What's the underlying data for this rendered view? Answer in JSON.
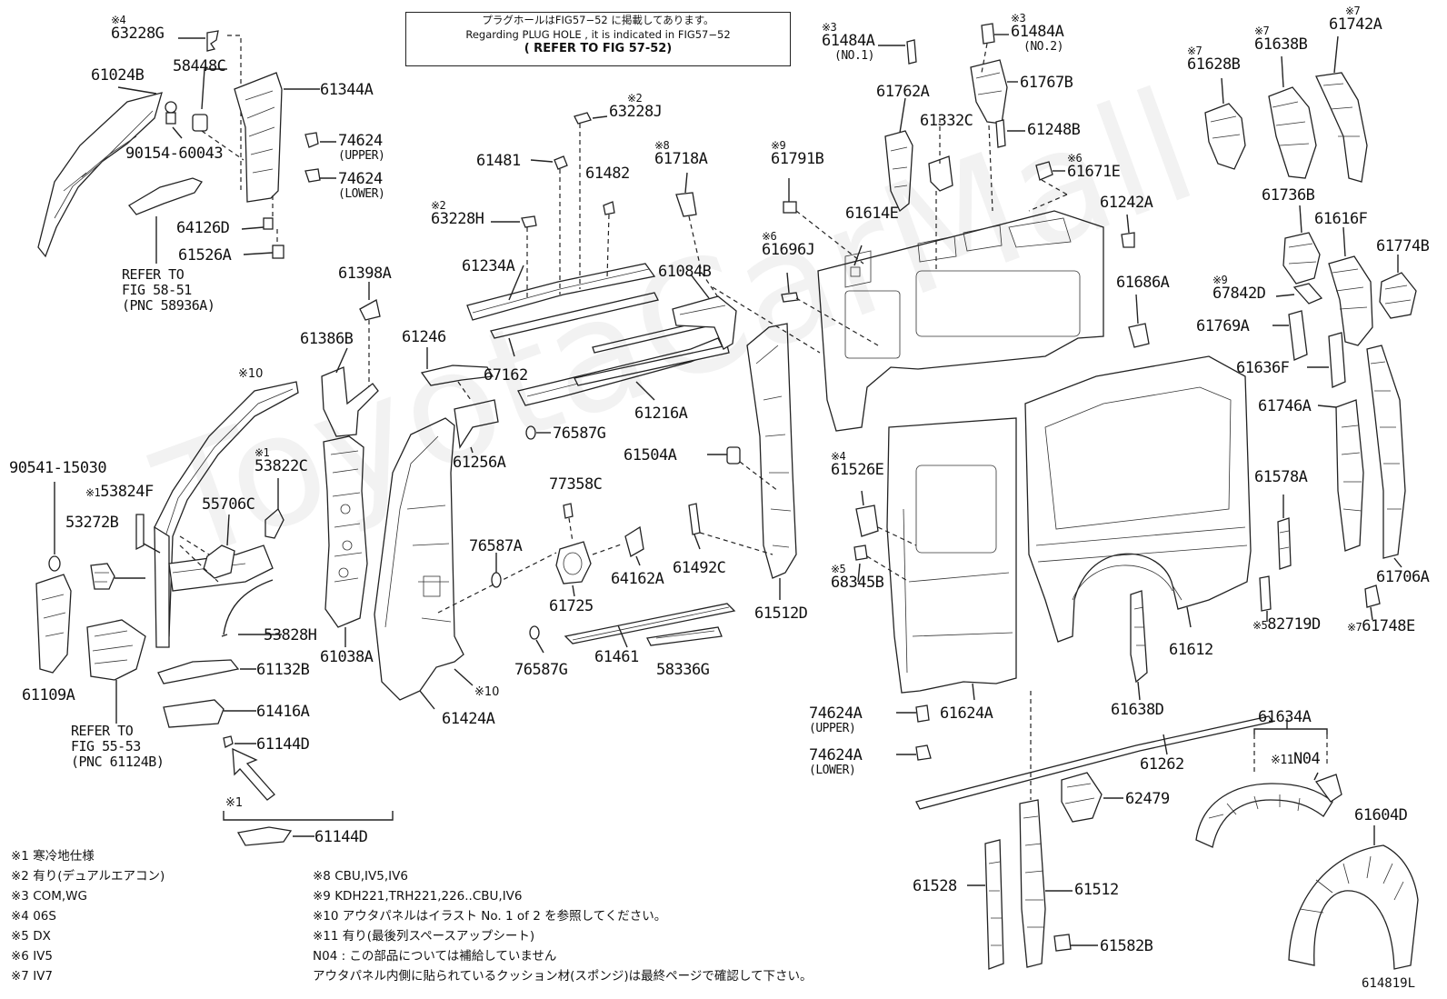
{
  "ref_note": {
    "line1": "プラグホールはFIG57−52 に掲載してあります。",
    "line2": "Regarding PLUG HOLE , it is indicated in FIG57−52",
    "line3": "( REFER TO FIG 57-52)"
  },
  "labels": [
    {
      "text": "63228G",
      "mark": "※4"
    },
    {
      "text": "61024B"
    },
    {
      "text": "58448C"
    },
    {
      "text": "61344A"
    },
    {
      "text": "90154-60043"
    },
    {
      "text": "74624",
      "sub": "(UPPER)"
    },
    {
      "text": "74624",
      "sub": "(LOWER)"
    },
    {
      "text": "64126D"
    },
    {
      "text": "61526A"
    },
    {
      "text": "61398A"
    },
    {
      "text": "61386B"
    },
    {
      "text": "90541-15030"
    },
    {
      "text": "53824F",
      "mark": "※1"
    },
    {
      "text": "53272B"
    },
    {
      "text": "53822C",
      "mark": "※1"
    },
    {
      "text": "55706C"
    },
    {
      "text": "61109A"
    },
    {
      "text": "53828H"
    },
    {
      "text": "61038A"
    },
    {
      "text": "61132B"
    },
    {
      "text": "61416A"
    },
    {
      "text": "61144D"
    },
    {
      "text": "61144D"
    },
    {
      "text": "63228J",
      "mark": "※2"
    },
    {
      "text": "61481"
    },
    {
      "text": "61482"
    },
    {
      "text": "63228H",
      "mark": "※2"
    },
    {
      "text": "61234A"
    },
    {
      "text": "61246"
    },
    {
      "text": "67162"
    },
    {
      "text": "61256A"
    },
    {
      "text": "61216A"
    },
    {
      "text": "76587G"
    },
    {
      "text": "77358C"
    },
    {
      "text": "76587A"
    },
    {
      "text": "61725"
    },
    {
      "text": "64162A"
    },
    {
      "text": "76587G"
    },
    {
      "text": "61461"
    },
    {
      "text": "58336G"
    },
    {
      "text": "61424A"
    },
    {
      "text": "61718A",
      "mark": "※8"
    },
    {
      "text": "61084B"
    },
    {
      "text": "61504A"
    },
    {
      "text": "61492C"
    },
    {
      "text": "61512D"
    },
    {
      "text": "61791B",
      "mark": "※9"
    },
    {
      "text": "61696J",
      "mark": "※6"
    },
    {
      "text": "61484A",
      "mark": "※3",
      "sub": "(NO.1)"
    },
    {
      "text": "61762A"
    },
    {
      "text": "61332C"
    },
    {
      "text": "61614E"
    },
    {
      "text": "61484A",
      "mark": "※3",
      "sub": "(NO.2)"
    },
    {
      "text": "61767B"
    },
    {
      "text": "61248B"
    },
    {
      "text": "61671E",
      "mark": "※6"
    },
    {
      "text": "61242A"
    },
    {
      "text": "61686A"
    },
    {
      "text": "61526E",
      "mark": "※4"
    },
    {
      "text": "68345B",
      "mark": "※5"
    },
    {
      "text": "61624A"
    },
    {
      "text": "74624A",
      "sub": "(UPPER)"
    },
    {
      "text": "74624A",
      "sub": "(LOWER)"
    },
    {
      "text": "61612"
    },
    {
      "text": "61638D"
    },
    {
      "text": "61262"
    },
    {
      "text": "62479"
    },
    {
      "text": "61528"
    },
    {
      "text": "61512"
    },
    {
      "text": "61582B"
    },
    {
      "text": "61628B",
      "mark": "※7"
    },
    {
      "text": "61638B",
      "mark": "※7"
    },
    {
      "text": "61742A",
      "mark": "※7"
    },
    {
      "text": "61736B"
    },
    {
      "text": "61616F"
    },
    {
      "text": "61774B"
    },
    {
      "text": "67842D",
      "mark": "※9"
    },
    {
      "text": "61769A"
    },
    {
      "text": "61636F"
    },
    {
      "text": "61746A"
    },
    {
      "text": "61578A"
    },
    {
      "text": "82719D",
      "mark": "※5"
    },
    {
      "text": "61706A"
    },
    {
      "text": "61748E",
      "mark": "※7"
    },
    {
      "text": "61634A"
    },
    {
      "text": "N04",
      "mark": "※11"
    },
    {
      "text": "61604D"
    }
  ],
  "marks_inline": {
    "m10a": "※10",
    "m10b": "※10",
    "m1_group": "※1"
  },
  "refer_notes": [
    {
      "lines": [
        "REFER TO",
        "FIG 58-51",
        "(PNC 58936A)"
      ]
    },
    {
      "lines": [
        "REFER TO",
        "FIG 55-53",
        "(PNC 61124B)"
      ]
    }
  ],
  "legend": [
    "※1 寒冷地仕様",
    "※2 有り(デュアルエアコン)",
    "※3 COM,WG",
    "※4 06S",
    "※5 DX",
    "※6 IV5",
    "※7 IV7",
    "※8 CBU,IV5,IV6",
    "※9 KDH221,TRH221,226..CBU,IV6",
    "※10 アウタパネルはイラスト No. 1 of 2 を参照してください。",
    "※11 有り(最後列スペースアップシート)",
    "N04 : この部品については補給していません",
    "アウタパネル内側に貼られているクッション材(スポンジ)は最終ページで確認して下さい。"
  ],
  "figure_code": "614819L",
  "watermark": "ToyotaCarMall"
}
